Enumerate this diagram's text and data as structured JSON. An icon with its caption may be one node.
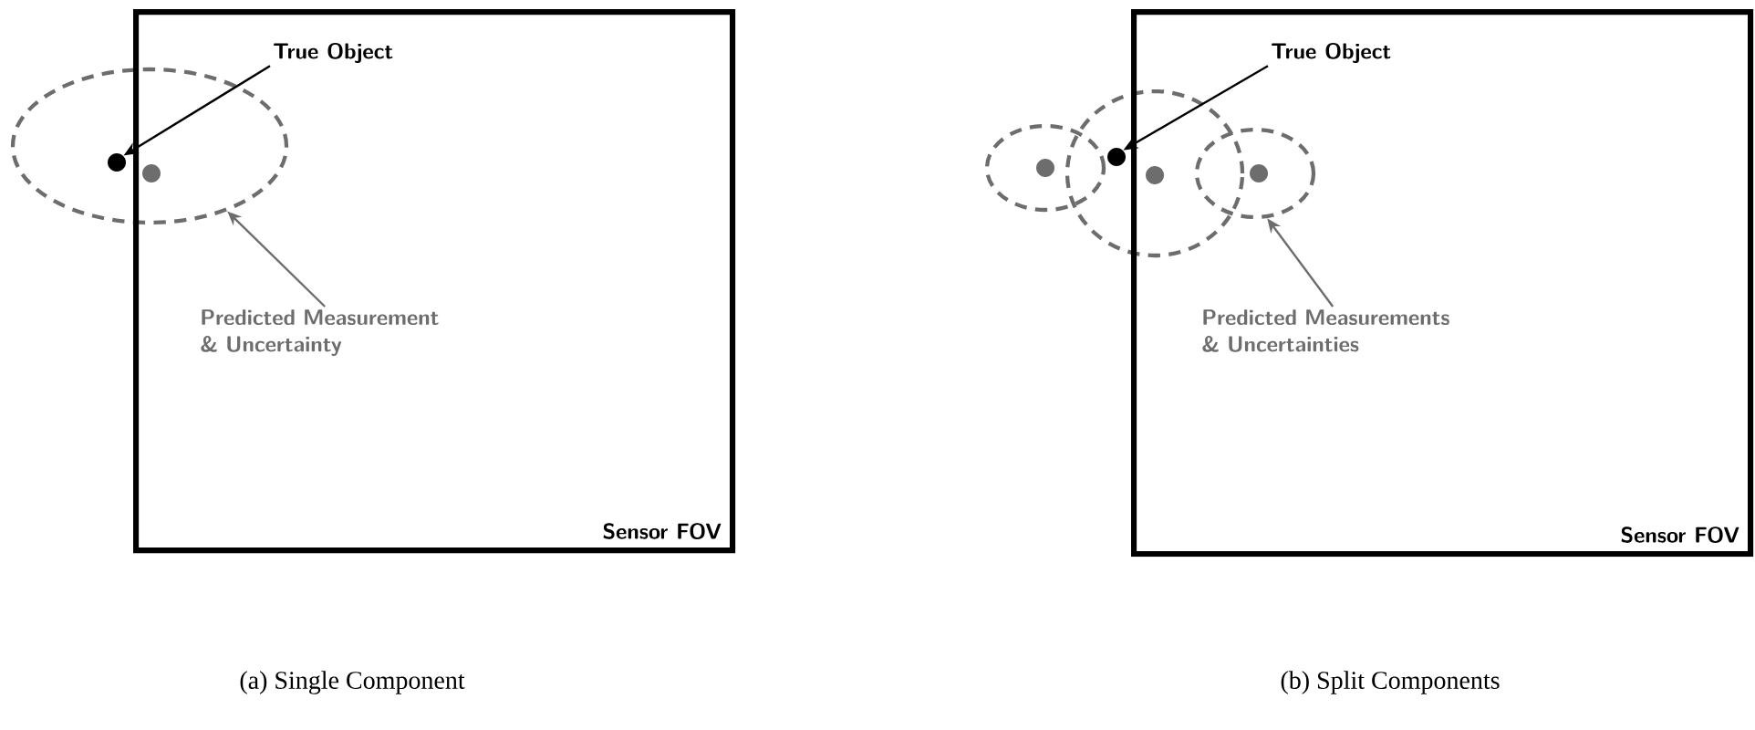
{
  "diagram": {
    "nodes": [
      {
        "text": [
          "Sensor FOV"
        ]
      },
      {
        "text": [
          "True Object"
        ],
        "in": 0
      },
      {
        "text": [],
        "shape": "circle",
        "in": 3
      },
      {
        "text": [],
        "shape": "ellipse"
      },
      {
        "text": [],
        "shape": "circle"
      },
      {
        "text": [
          "Predicted Measurement & Uncertainty"
        ],
        "in": 0
      },
      {
        "text": [
          "Sensor FOV"
        ]
      },
      {
        "text": [
          "True Object"
        ],
        "in": 6
      },
      {
        "text": [],
        "shape": "ellipse"
      },
      {
        "text": [],
        "shape": "circle",
        "in": 8
      },
      {
        "text": [],
        "shape": "circle",
        "in": 11
      },
      {
        "text": [],
        "shape": "ellipse"
      },
      {
        "text": [],
        "shape": "circle"
      },
      {
        "text": [],
        "shape": "ellipse",
        "in": 6
      },
      {
        "text": [],
        "shape": "circle",
        "in": 13
      },
      {
        "text": [
          "Predicted Measurements & Uncertainties"
        ],
        "in": 6
      }
    ],
    "edges": [
      {
        "from": 1,
        "to": 2,
        "arrow": "to"
      },
      {
        "from": 5,
        "to": 3,
        "arrow": "to",
        "color": "#6d6d6d"
      },
      {
        "from": 7,
        "to": 10,
        "arrow": "to"
      },
      {
        "from": 15,
        "to": 13,
        "arrow": "to",
        "color": "#6d6d6d"
      }
    ],
    "labels": [
      "(a) Single Component",
      "(b) Split Components"
    ]
  }
}
